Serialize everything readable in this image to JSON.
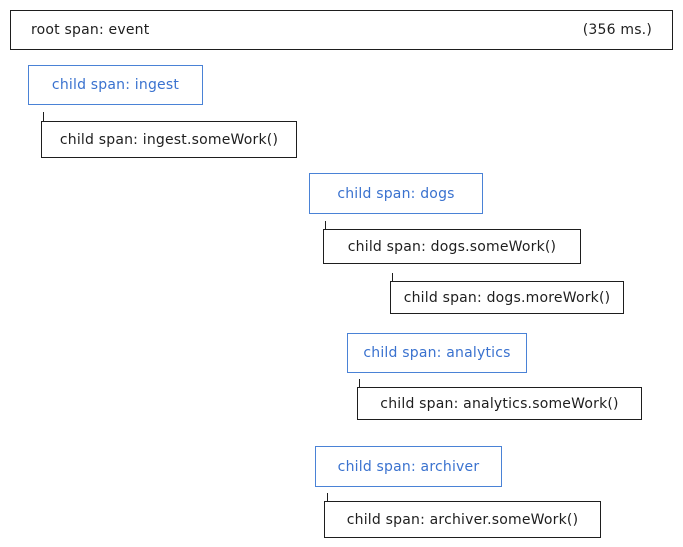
{
  "root": {
    "label": "root span: event",
    "duration": "(356 ms.)"
  },
  "spans": [
    {
      "label": "child span: ingest",
      "kind": "service"
    },
    {
      "label": "child span: ingest.someWork()",
      "kind": "work"
    },
    {
      "label": "child span: dogs",
      "kind": "service"
    },
    {
      "label": "child span: dogs.someWork()",
      "kind": "work"
    },
    {
      "label": "child span: dogs.moreWork()",
      "kind": "work"
    },
    {
      "label": "child span: analytics",
      "kind": "service"
    },
    {
      "label": "child span: analytics.someWork()",
      "kind": "work"
    },
    {
      "label": "child span: archiver",
      "kind": "service"
    },
    {
      "label": "child span: archiver.someWork()",
      "kind": "work"
    }
  ],
  "colors": {
    "service_border": "#4a82d6",
    "service_text": "#3a72cf",
    "work_border": "#1e1e1e"
  }
}
